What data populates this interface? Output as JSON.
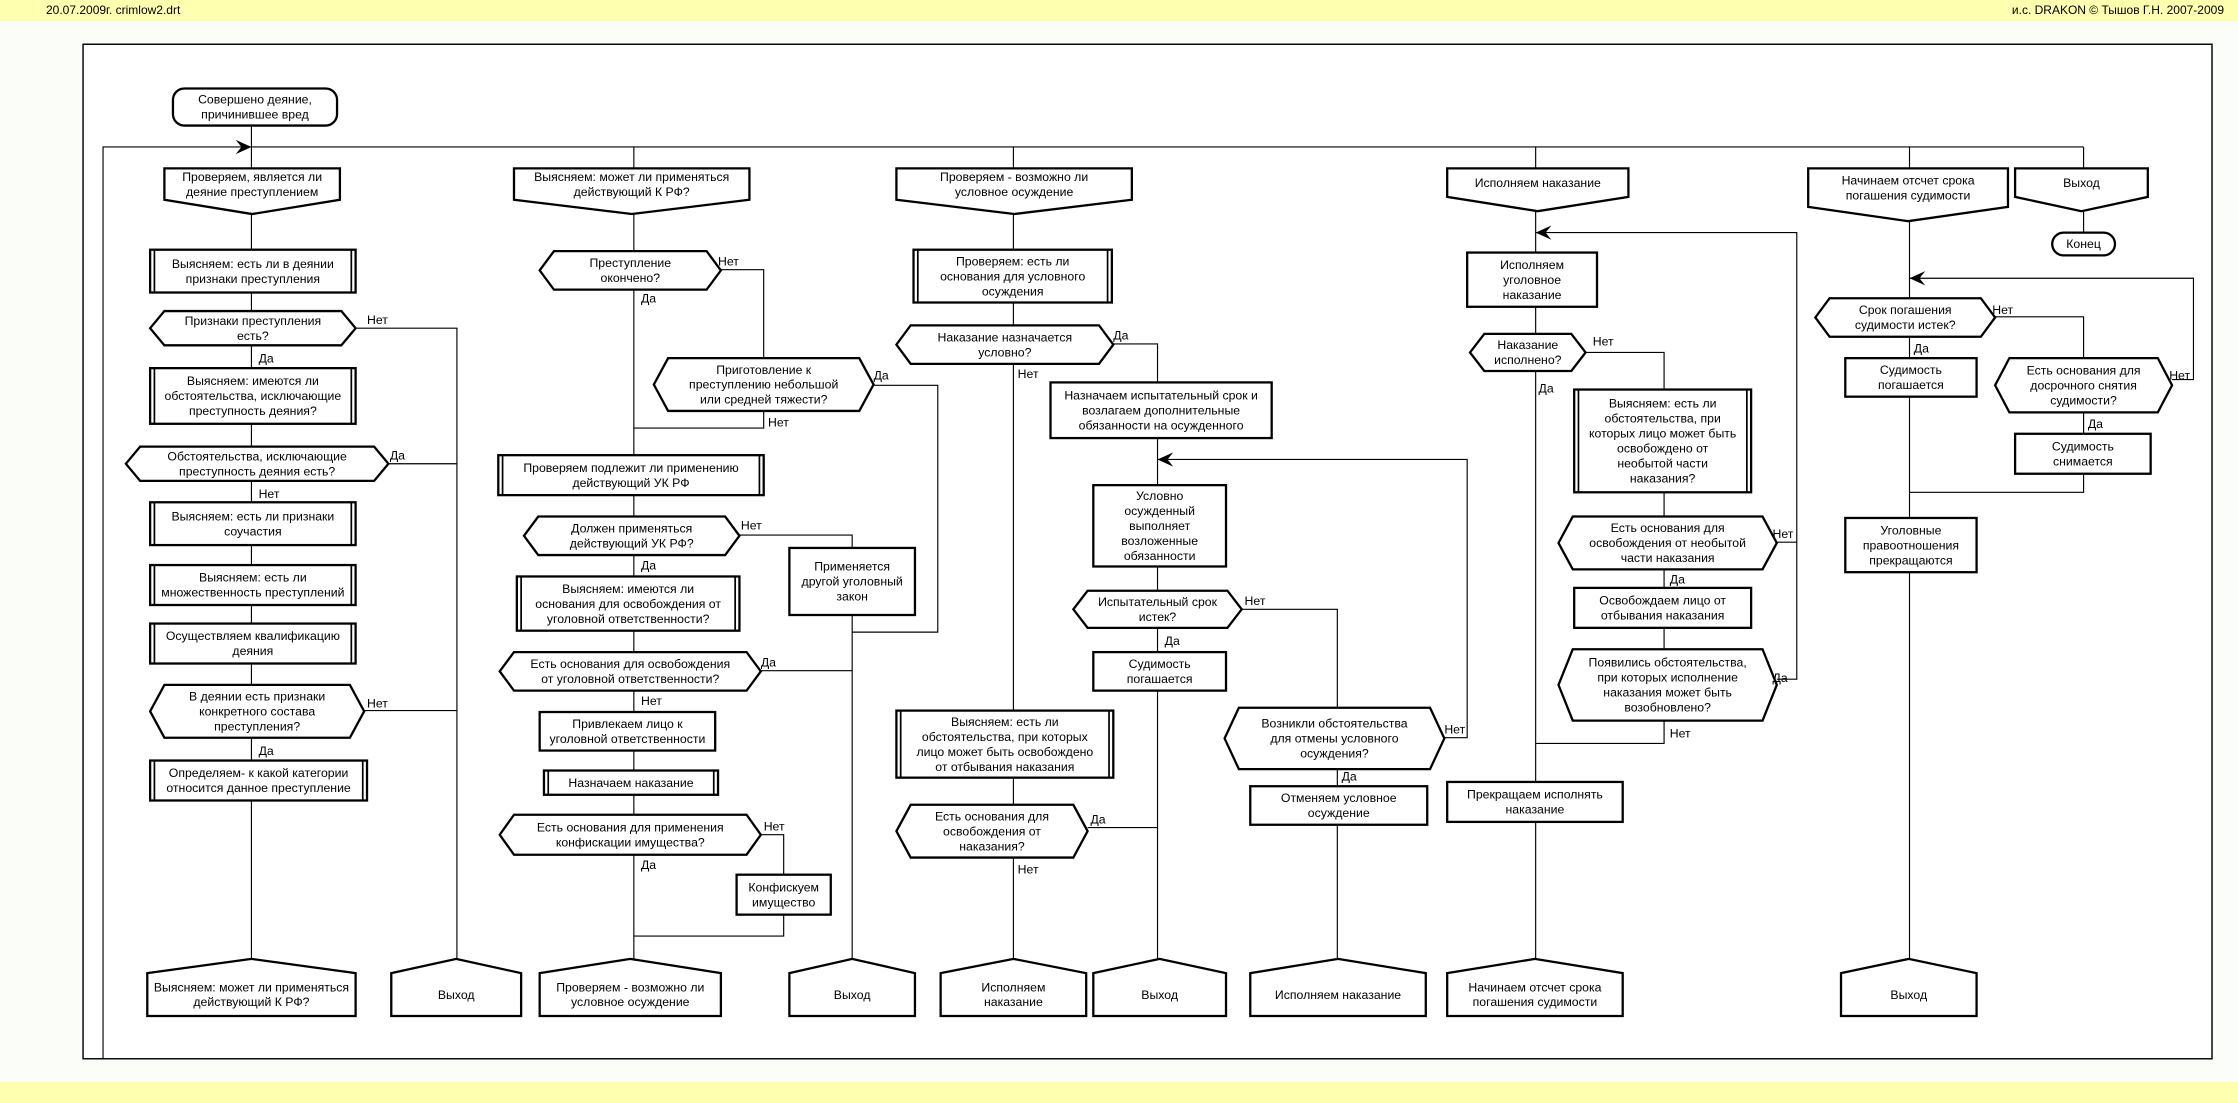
{
  "header": {
    "file": "20.07.2009г. crimlow2.drt",
    "copyright": "и.с. DRAKON © Тышов Г.Н. 2007-2009"
  },
  "labels": {
    "yes": "Да",
    "no": "Нет"
  },
  "nodes": {
    "start": [
      "Совершено деяние,",
      "причинившее вред"
    ],
    "b1": [
      "Проверяем, является ли",
      "деяние преступлением"
    ],
    "b2": [
      "Выясняем: может ли применяться",
      "действующий К РФ?"
    ],
    "b3": [
      "Проверяем - возможно ли",
      "условное осуждение"
    ],
    "b4": [
      "Исполняем наказание"
    ],
    "b5": [
      "Начинаем отсчет срока",
      "погашения судимости"
    ],
    "b6": [
      "Выход"
    ],
    "end": [
      "Конец"
    ],
    "c1a": [
      "Выясняем: есть ли в деянии",
      "признаки преступления"
    ],
    "c1q1": [
      "Признаки преступления",
      "есть?"
    ],
    "c1b": [
      "Выясняем: имеются ли",
      "обстоятельства, исключающие",
      "преступность деяния?"
    ],
    "c1q2": [
      "Обстоятельства, исключающие",
      "преступность деяния есть?"
    ],
    "c1c": [
      "Выясняем: есть ли признаки",
      "соучастия"
    ],
    "c1d": [
      "Выясняем: есть ли",
      "множественность преступлений"
    ],
    "c1e": [
      "Осуществляем квалификацию",
      "деяния"
    ],
    "c1q3": [
      "В деянии есть признаки",
      "конкретного состава",
      "преступления?"
    ],
    "c1f": [
      "Определяем- к какой категории",
      "относится данное преступление"
    ],
    "c1addr": [
      "Выясняем: может ли применяться",
      "действующий К РФ?"
    ],
    "c1exit": [
      "Выход"
    ],
    "c2q1": [
      "Преступление",
      "окончено?"
    ],
    "c2q2": [
      "Приготовление к",
      "преступлению небольшой",
      "или средней тяжести?"
    ],
    "c2a": [
      "Проверяем подлежит ли применению",
      "действующий УК РФ"
    ],
    "c2q3": [
      "Должен применяться",
      "действующий УК РФ?"
    ],
    "c2other": [
      "Применяется",
      "другой уголовный",
      "закон"
    ],
    "c2b": [
      "Выясняем: имеются ли",
      "основания для освобождения от",
      "уголовной ответственности?"
    ],
    "c2q4": [
      "Есть основания для освобождения",
      "от уголовной ответственности?"
    ],
    "c2c": [
      "Привлекаем лицо к",
      "уголовной ответственности"
    ],
    "c2d": [
      "Назначаем наказание"
    ],
    "c2q5": [
      "Есть основания для применения",
      "конфискации имущества?"
    ],
    "c2e": [
      "Конфискуем",
      "имущество"
    ],
    "c2addr": [
      "Проверяем - возможно ли",
      "условное осуждение"
    ],
    "c2exit": [
      "Выход"
    ],
    "c3a": [
      "Проверяем: есть ли",
      "основания для условного",
      "осуждения"
    ],
    "c3q1": [
      "Наказание назначается",
      "условно?"
    ],
    "c3b": [
      "Назначаем испытательный срок и",
      "возлагаем дополнительные",
      "обязанности на осужденного"
    ],
    "c3c": [
      "Условно",
      "осужденный",
      "выполняет",
      "возложенные",
      "обязанности"
    ],
    "c3q2": [
      "Испытательный срок",
      "истек?"
    ],
    "c3d": [
      "Судимость",
      "погашается"
    ],
    "c3q3": [
      "Возникли обстоятельства",
      "для отмены условного",
      "осуждения?"
    ],
    "c3e": [
      "Отменяем условное",
      "осуждение"
    ],
    "c3f": [
      "Выясняем: есть ли",
      "обстоятельства, при которых",
      "лицо может быть освобождено",
      "от отбывания наказания"
    ],
    "c3q4": [
      "Есть основания для",
      "освобождения от",
      "наказания?"
    ],
    "c3addr1": [
      "Исполняем",
      "наказание"
    ],
    "c3exit": [
      "Выход"
    ],
    "c3addr2": [
      "Исполняем наказание"
    ],
    "c4a": [
      "Исполняем",
      "уголовное",
      "наказание"
    ],
    "c4q1": [
      "Наказание",
      "исполнено?"
    ],
    "c4b": [
      "Выясняем: есть ли",
      "обстоятельства, при",
      "которых лицо может быть",
      "освобождено от",
      "необытой части",
      "наказания?"
    ],
    "c4q2": [
      "Есть основания для",
      "освобождения от необытой",
      "части наказания"
    ],
    "c4c": [
      "Освобождаем лицо от",
      "отбывания наказания"
    ],
    "c4q3": [
      "Появились обстоятельства,",
      "при которых исполнение",
      "наказания может быть",
      "возобновлено?"
    ],
    "c4d": [
      "Прекращаем исполнять",
      "наказание"
    ],
    "c4addr": [
      "Начинаем отсчет срока",
      "погашения судимости"
    ],
    "c5q1": [
      "Срок погашения",
      "судимости истек?"
    ],
    "c5a": [
      "Судимость",
      "погашается"
    ],
    "c5q2": [
      "Есть основания для",
      "досрочного снятия",
      "судимости?"
    ],
    "c5b": [
      "Судимость",
      "снимается"
    ],
    "c5c": [
      "Уголовные",
      "правоотношения",
      "прекращаются"
    ],
    "c5exit": [
      "Выход"
    ]
  }
}
